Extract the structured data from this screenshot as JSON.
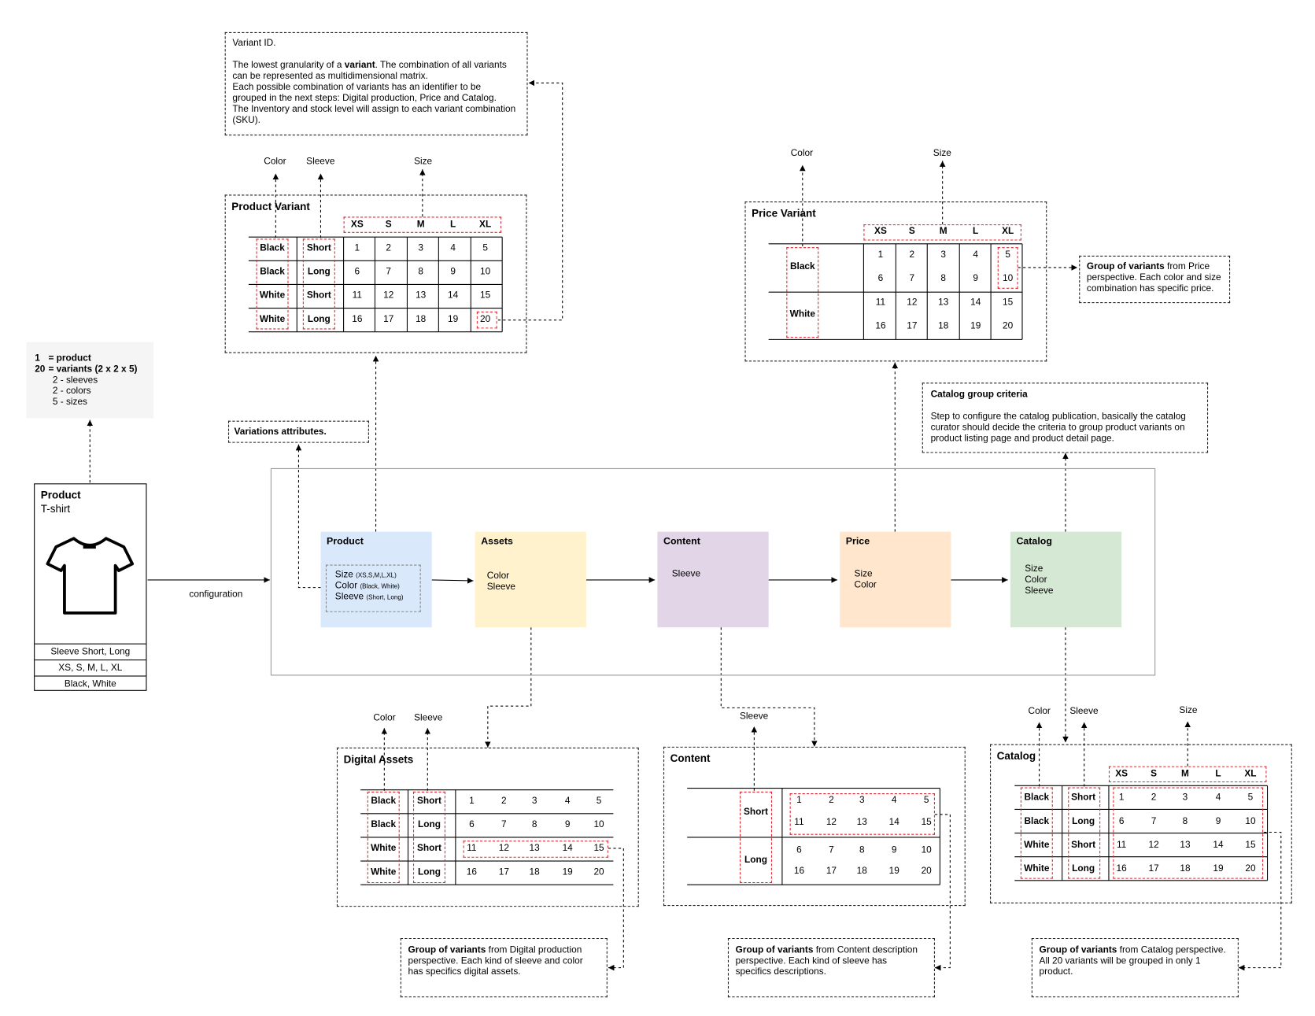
{
  "product_card": {
    "label": "Product",
    "name": "T-shirt",
    "attributes": [
      "Sleeve Short, Long",
      "XS, S, M, L, XL",
      "Black, White"
    ]
  },
  "summary": {
    "line1_num": "1",
    "line1_text": "= product",
    "line2_num": "20",
    "line2_text": "= variants (2 x 2 x 5)",
    "sub": [
      "2 - sleeves",
      "2 - colors",
      "5 - sizes"
    ]
  },
  "connector_label": "configuration",
  "variations_note": "Variations attributes.",
  "variant_id_note": {
    "heading": "Variant ID.",
    "p1_start": "The lowest granularity of a ",
    "p1_bold": "variant",
    "p1_end": ". The combination of all variants",
    "lines": [
      "can be represented as multidimensional matrix.",
      "Each possible combination of variants has an identifier to be",
      "grouped in the next steps: Digital production, Price and Catalog.",
      "The Inventory and stock level will assign to each variant combination",
      "(SKU)."
    ]
  },
  "stages": [
    {
      "label": "Product",
      "color": "#dae8fc"
    },
    {
      "label": "Assets",
      "color": "#fff2cc",
      "items": [
        "Color",
        "Sleeve"
      ]
    },
    {
      "label": "Content",
      "color": "#e1d5e7",
      "items": [
        "Sleeve"
      ]
    },
    {
      "label": "Price",
      "color": "#ffe6cc",
      "items": [
        "Size",
        "Color"
      ]
    },
    {
      "label": "Catalog",
      "color": "#d5e8d4",
      "items": [
        "Size",
        "Color",
        "Sleeve"
      ]
    }
  ],
  "product_stage_attrs": [
    {
      "name": "Size",
      "values": "(XS,S,M,L,XL)"
    },
    {
      "name": "Color",
      "values": "(Black, White)"
    },
    {
      "name": "Sleeve",
      "values": "(Short, Long)"
    }
  ],
  "dimension_labels": {
    "color": "Color",
    "sleeve": "Sleeve",
    "size": "Size"
  },
  "sizes": [
    "XS",
    "S",
    "M",
    "L",
    "XL"
  ],
  "rows": [
    {
      "color": "Black",
      "sleeve": "Short",
      "ids": [
        "1",
        "2",
        "3",
        "4",
        "5"
      ]
    },
    {
      "color": "Black",
      "sleeve": "Long",
      "ids": [
        "6",
        "7",
        "8",
        "9",
        "10"
      ]
    },
    {
      "color": "White",
      "sleeve": "Short",
      "ids": [
        "11",
        "12",
        "13",
        "14",
        "15"
      ]
    },
    {
      "color": "White",
      "sleeve": "Long",
      "ids": [
        "16",
        "17",
        "18",
        "19",
        "20"
      ]
    }
  ],
  "price_colors": [
    "Black",
    "White"
  ],
  "content_sleeves": [
    "Short",
    "Long"
  ],
  "panels": {
    "product_variant": "Product Variant",
    "price_variant": "Price Variant",
    "digital_assets": "Digital Assets",
    "content": "Content",
    "catalog": "Catalog"
  },
  "catalog_criteria": {
    "heading": "Catalog group criteria",
    "lines": [
      "Step to configure the catalog publication, basically the catalog",
      "curator should decide the criteria to group product variants on",
      "product listing page and product detail page."
    ]
  },
  "group_notes": {
    "price": {
      "bold": "Group of variants",
      "rest": " from Price",
      "lines": [
        "perspective. Each color and size",
        "combination has specific price."
      ]
    },
    "assets": {
      "bold": "Group of variants",
      "rest": " from Digital production",
      "lines": [
        "perspective. Each kind of sleeve and color",
        "has specifics digital assets."
      ]
    },
    "content": {
      "bold": "Group of variants",
      "rest": " from Content description",
      "lines": [
        "perspective. Each kind of sleeve has",
        "specifics descriptions."
      ]
    },
    "catalog": {
      "bold": "Group of variants",
      "rest": " from Catalog perspective.",
      "lines": [
        "All 20 variants will be grouped in only 1",
        "product."
      ]
    }
  }
}
